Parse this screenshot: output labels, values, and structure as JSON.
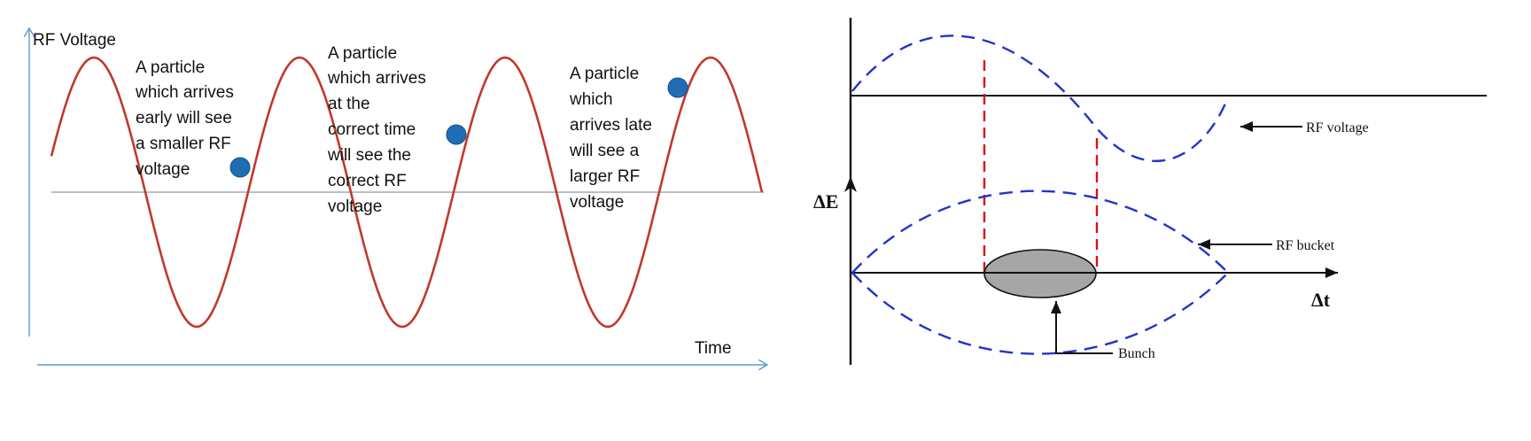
{
  "left_panel": {
    "y_axis_label": "RF Voltage",
    "x_axis_label": "Time",
    "notes": {
      "early": [
        "A particle",
        "which arrives",
        "early will see",
        "a smaller RF",
        "voltage"
      ],
      "correct": [
        "A particle",
        "which arrives",
        "at the",
        "correct time",
        "will see the",
        "correct RF",
        "voltage"
      ],
      "late": [
        "A particle",
        "which",
        "arrives late",
        "will see a",
        "larger RF",
        "voltage"
      ]
    }
  },
  "right_panel": {
    "y_axis_label": "ΔE",
    "x_axis_label": "Δt",
    "labels": {
      "rf_voltage": "RF voltage",
      "rf_bucket": "RF bucket",
      "bunch": "Bunch"
    }
  },
  "colors": {
    "sine": "#c0392b",
    "axis_blue": "#5b9bd5",
    "baseline": "#8c9aa8",
    "particle": "#1f6eb5",
    "dashed_blue": "#2233cc",
    "dashed_red": "#dd1111",
    "bunch_fill": "#a6a6a6",
    "ink": "#111111"
  }
}
